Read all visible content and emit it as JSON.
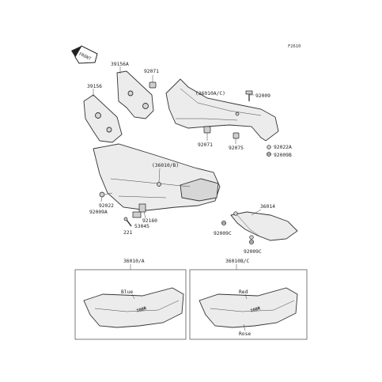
{
  "diagram": {
    "ref_code": "F2610",
    "front_tag": "FRONT",
    "labels": {
      "p39156a": "39156A",
      "p39156": "39156",
      "p92071_top": "92071",
      "p36010ac": "(36010A/C)",
      "p92009": "92009",
      "p92071_bottom": "92071",
      "p92075": "92075",
      "p92022a": "92022A",
      "p92009b": "92009B",
      "p36010b": "(36010/B)",
      "p92022": "92022",
      "p92009a": "92009A",
      "p92160": "92160",
      "p53045": "53045",
      "p221": "221",
      "p36014": "36014",
      "p92009c_top": "92009C",
      "p92009c_bottom": "92009C"
    },
    "variants": {
      "left_title": "36010/A",
      "left_color": "Blue",
      "right_title": "36010B/C",
      "right_color_top": "Red",
      "right_color_bottom": "Rose"
    }
  }
}
